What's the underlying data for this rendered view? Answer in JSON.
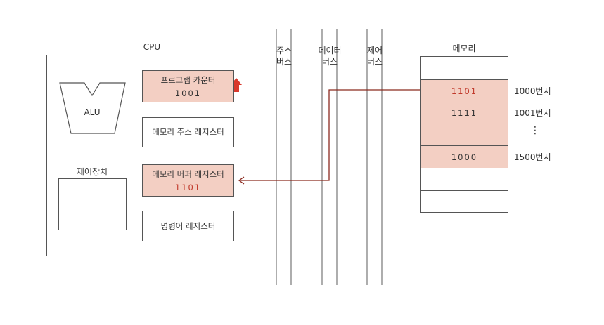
{
  "cpu": {
    "label": "CPU",
    "alu": "ALU",
    "control_unit": "제어장치",
    "registers": {
      "pc": {
        "name": "프로그램 카운터",
        "value": "1001"
      },
      "mar": {
        "name": "메모리 주소 레지스터"
      },
      "mbr": {
        "name": "메모리 버퍼 레지스터",
        "value": "1101"
      },
      "ir": {
        "name": "명령어 레지스터"
      }
    }
  },
  "buses": {
    "address": [
      "주소",
      "버스"
    ],
    "data": [
      "데이터",
      "버스"
    ],
    "control": [
      "제어",
      "버스"
    ]
  },
  "memory": {
    "label": "메모리",
    "cells": [
      {
        "value": "",
        "address": "",
        "highlight": false
      },
      {
        "value": "1101",
        "address": "1000번지",
        "highlight": true
      },
      {
        "value": "1111",
        "address": "1001번지",
        "highlight": true
      },
      {
        "value": "",
        "address": "⋮",
        "highlight": true
      },
      {
        "value": "1000",
        "address": "1500번지",
        "highlight": true
      },
      {
        "value": "",
        "address": "",
        "highlight": false
      },
      {
        "value": "",
        "address": "",
        "highlight": false
      }
    ]
  },
  "colors": {
    "highlight": "#f3cfc3",
    "arrow": "#8b2a1f",
    "pc_arrow": "#d9382c",
    "value_text": "#c0392b"
  }
}
